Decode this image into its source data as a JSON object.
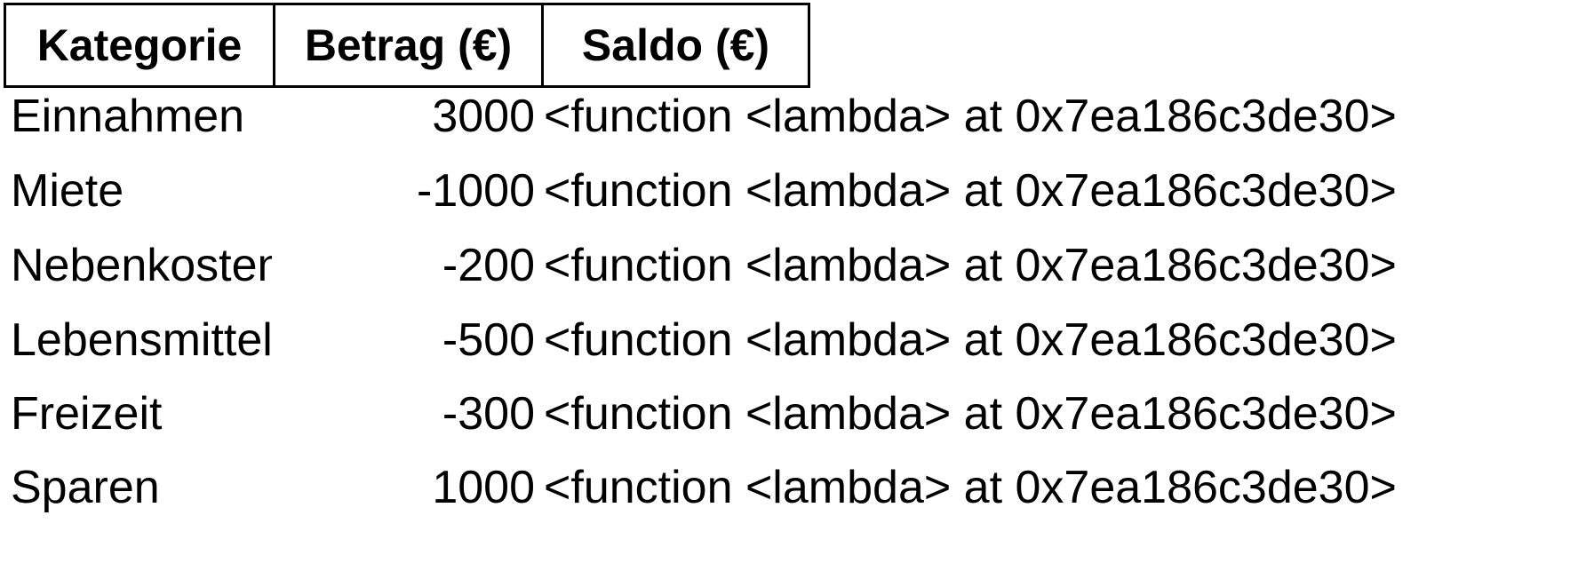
{
  "table": {
    "headers": [
      "Kategorie",
      "Betrag (€)",
      "Saldo (€)"
    ],
    "rows": [
      {
        "category": "Einnahmen",
        "amount": "3000",
        "balance": "<function <lambda> at 0x7ea186c3de30>"
      },
      {
        "category": "Miete",
        "amount": "-1000",
        "balance": "<function <lambda> at 0x7ea186c3de30>"
      },
      {
        "category": "Nebenkosten",
        "amount": "-200",
        "balance": "<function <lambda> at 0x7ea186c3de30>"
      },
      {
        "category": "Lebensmittel",
        "amount": "-500",
        "balance": "<function <lambda> at 0x7ea186c3de30>"
      },
      {
        "category": "Freizeit",
        "amount": "-300",
        "balance": "<function <lambda> at 0x7ea186c3de30>"
      },
      {
        "category": "Sparen",
        "amount": "1000",
        "balance": "<function <lambda> at 0x7ea186c3de30>"
      }
    ]
  }
}
